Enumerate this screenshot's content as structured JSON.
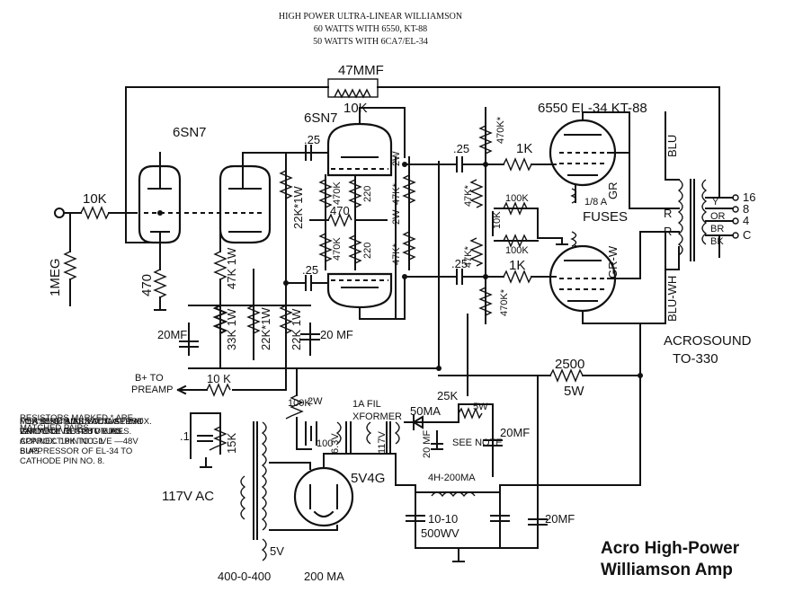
{
  "header": {
    "line1": "HIGH POWER ULTRA-LINEAR WILLIAMSON",
    "line2": "60 WATTS WITH 6550, KT-88",
    "line3": "50 WATTS WITH 6CA7/EL-34"
  },
  "caption": {
    "line1": "Acro High-Power",
    "line2": "Williamson Amp"
  },
  "notes": {
    "n1": "RESISTORS MARKED * ARE MATCHED PAIRS.",
    "n2": "FOR 6550 TUBES ADJUST 25K VARIABLE RESISTOR TO APPROX. 18K TO GIVE —48V BIAS.",
    "n3": "FOR EL-34 ADJUST TO APPROX. 22K TO GIVE —38 V BIAS. CONNECT PIN NO. 1 SUPPRESSOR OF EL-34 TO CATHODE PIN NO. 8.",
    "n4": "MEASURE BIAS VOLTAGES AT GRIDS OF OUTPUT TUBES."
  },
  "labels": {
    "c47mmf": "47MMF",
    "r10k_fb": "10K",
    "tube_6sn7_a": "6SN7",
    "tube_6sn7_b": "6SN7",
    "output_tubes": "6550 EL-34 KT-88",
    "r10k_in": "10K",
    "r1meg": "1MEG",
    "r470_cath": "470",
    "c25_a": ".25",
    "c25_b": ".25",
    "c25_c": ".25",
    "c25_d": ".25",
    "r22k_1w_a": "22K*1W",
    "r470k_a": "470K",
    "r220_a": "220",
    "r470_bal": "470",
    "r470k_b": "470K",
    "r220_b": "220",
    "r2w_a": "2W",
    "r47k_a": "47K*",
    "r2w_b": "2W",
    "r47k_b": "47K*",
    "r470k_g1": "470K*",
    "r470k_g2": "470K*",
    "r47k_bias1": "47K*",
    "r47k_bias2": "47K*",
    "r1k_a": "1K",
    "r1k_b": "1K",
    "r100k_a": "100K",
    "r100k_b": "100K",
    "r10k_pot": "10K",
    "fuse_rating": "1/8 A",
    "fuses": "FUSES",
    "lead_gr": "GR",
    "lead_grw": "GR-W",
    "lead_blu": "BLU",
    "lead_bluwh": "BLU-WH",
    "lead_r1": "R",
    "lead_r2": "R",
    "tap_16": "16",
    "tap_8": "8",
    "tap_4": "4",
    "tap_c": "C",
    "tap_y": "Y",
    "tap_or": "OR",
    "tap_br": "BR",
    "tap_bk": "BK",
    "r47k_1w": "47K 1W",
    "r33k_1w": "33K 1W",
    "r22k_1w_b": "22K*1W",
    "r22k_1w_c": "22K 1W",
    "c20mf_a": "20MF",
    "c20mf_b": "20 MF",
    "acrosound_1": "ACROSOUND",
    "acrosound_2": "TO-330",
    "r2500": "2500",
    "r2500_w": "5W",
    "b_plus_1": "B+ TO",
    "b_plus_2": "PREAMP",
    "r10k_bplus": "10 K",
    "r100k_2w_a": "100K",
    "r100k_2w_b": "2W",
    "fil_1a": "1A FIL",
    "fil_xformer": "XFORMER",
    "v63": "6.3V",
    "v117": "117V",
    "r100": "100",
    "d50ma": "50MA",
    "r25k": "25K",
    "r25k_w": "5W",
    "c20mf_c": "20MF",
    "c20mf_small": "20 MF",
    "see_note": "SEE NOTE",
    "c_point1": ".1",
    "r15k": "15K",
    "ac_in": "117V AC",
    "rect_5v4g": "5V4G",
    "choke": "4H-200MA",
    "c10_10": "10-10",
    "c500wv": "500WV",
    "c20mf_d": "20MF",
    "v5": "5V",
    "xfmr_400": "400-0-400",
    "xfmr_200": "200 MA"
  }
}
